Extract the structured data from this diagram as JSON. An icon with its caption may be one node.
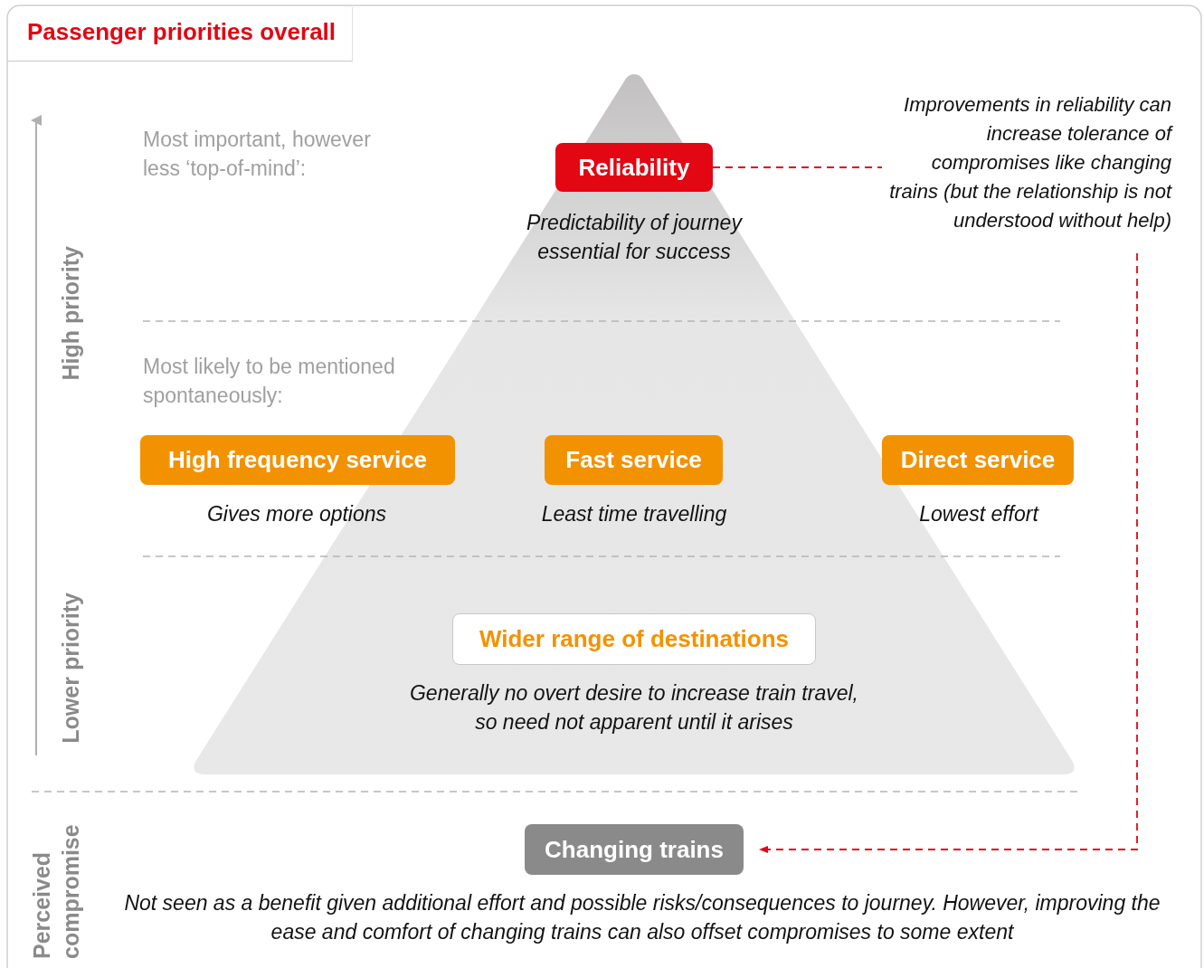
{
  "diagram": {
    "title": "Passenger priorities overall",
    "nodes": [
      {
        "text": [
          "Reliability"
        ],
        "beside": [
          "Predictability of journey essential for success"
        ]
      },
      {
        "text": [
          "Improvements in reliability can increase tolerance of compromises like changing trains (but the relationship is not understood without help)"
        ]
      },
      {
        "text": [
          "High frequency service"
        ],
        "beside": [
          "Gives more options"
        ]
      },
      {
        "text": [
          "Fast service"
        ],
        "beside": [
          "Least time travelling"
        ]
      },
      {
        "text": [
          "Direct service"
        ],
        "beside": [
          "Lowest effort"
        ]
      },
      {
        "text": [
          "Wider range of destinations"
        ],
        "beside": [
          "Generally no overt desire to increase train travel, so need not apparent until it arises"
        ]
      },
      {
        "text": [
          "Changing trains"
        ],
        "beside": [
          "Not seen as a benefit given additional effort and possible risks/consequences to journey. However, improving the ease and comfort of changing trains can also offset compromises to some extent"
        ]
      }
    ],
    "edges": [
      {
        "from": 0,
        "to": 1,
        "arrow": "none",
        "style": "dashed"
      },
      {
        "from": 1,
        "to": 6,
        "arrow": "to",
        "style": "dashed"
      }
    ],
    "labels": [
      "Most important, however less ‘top-of-mind’:",
      "Most likely to be mentioned spontaneously:",
      "High priority",
      "Lower priority",
      "Perceived compromise"
    ]
  }
}
